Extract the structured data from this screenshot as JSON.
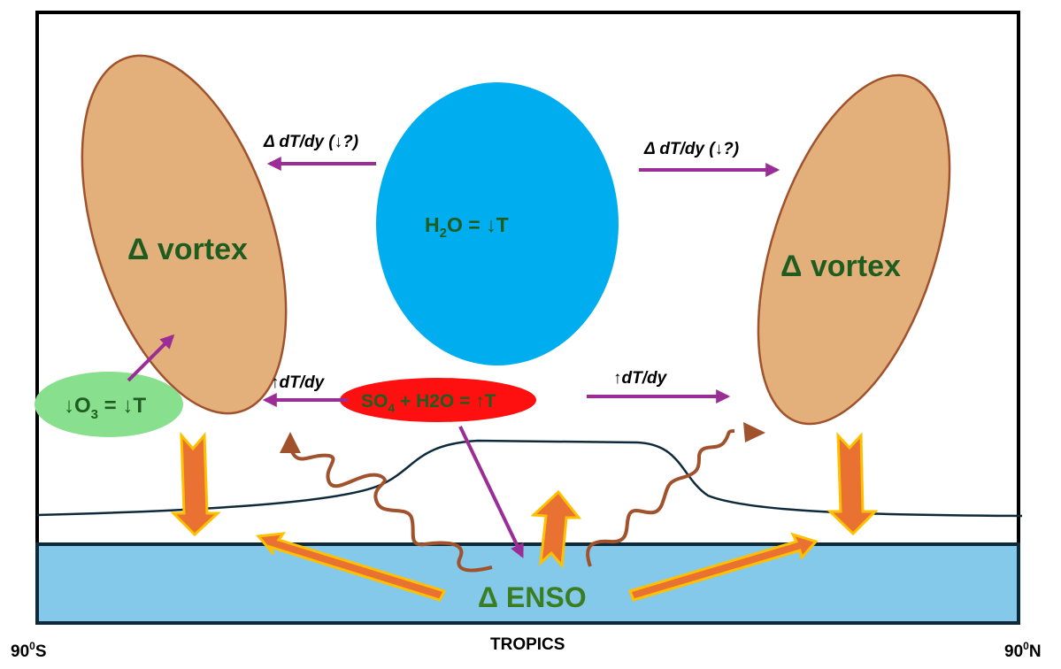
{
  "colors": {
    "vortex_fill": "#e3b07c",
    "vortex_stroke": "#a0522d",
    "water_vapor_fill": "#00aeef",
    "ozone_fill": "#88e08f",
    "sulfate_fill": "#ff1010",
    "ocean_fill": "#84c9ea",
    "arrow_purple": "#9b2d96",
    "arrow_orange": "#e97132",
    "arrow_orange_outline": "#ffc000",
    "wave_brown": "#a0522d",
    "label_green": "#1f5c1f",
    "enso_green": "#3a7d22",
    "tropopause_line": "#0e2a3a"
  },
  "labels": {
    "left_vortex": "Δ vortex",
    "right_vortex": "Δ vortex",
    "water_vapor": {
      "main": "H",
      "sub": "2",
      "rest": "O = ↓T"
    },
    "ozone": {
      "main": "↓O",
      "sub": "3",
      "rest": " = ↓T"
    },
    "sulfate": {
      "main": "SO",
      "sub": "4",
      "rest": " + H2O = ↑T"
    },
    "gradient_upper_left": "Δ dT/dy (↓?)",
    "gradient_upper_right": "Δ dT/dy (↓?)",
    "gradient_lower_left": "↑dT/dy",
    "gradient_lower_right": "↑dT/dy",
    "enso": "Δ ENSO"
  },
  "axis": {
    "left": {
      "main": "90",
      "sup": "0",
      "rest": "S"
    },
    "center": "TROPICS",
    "right": {
      "main": "90",
      "sup": "0",
      "rest": "N"
    }
  }
}
